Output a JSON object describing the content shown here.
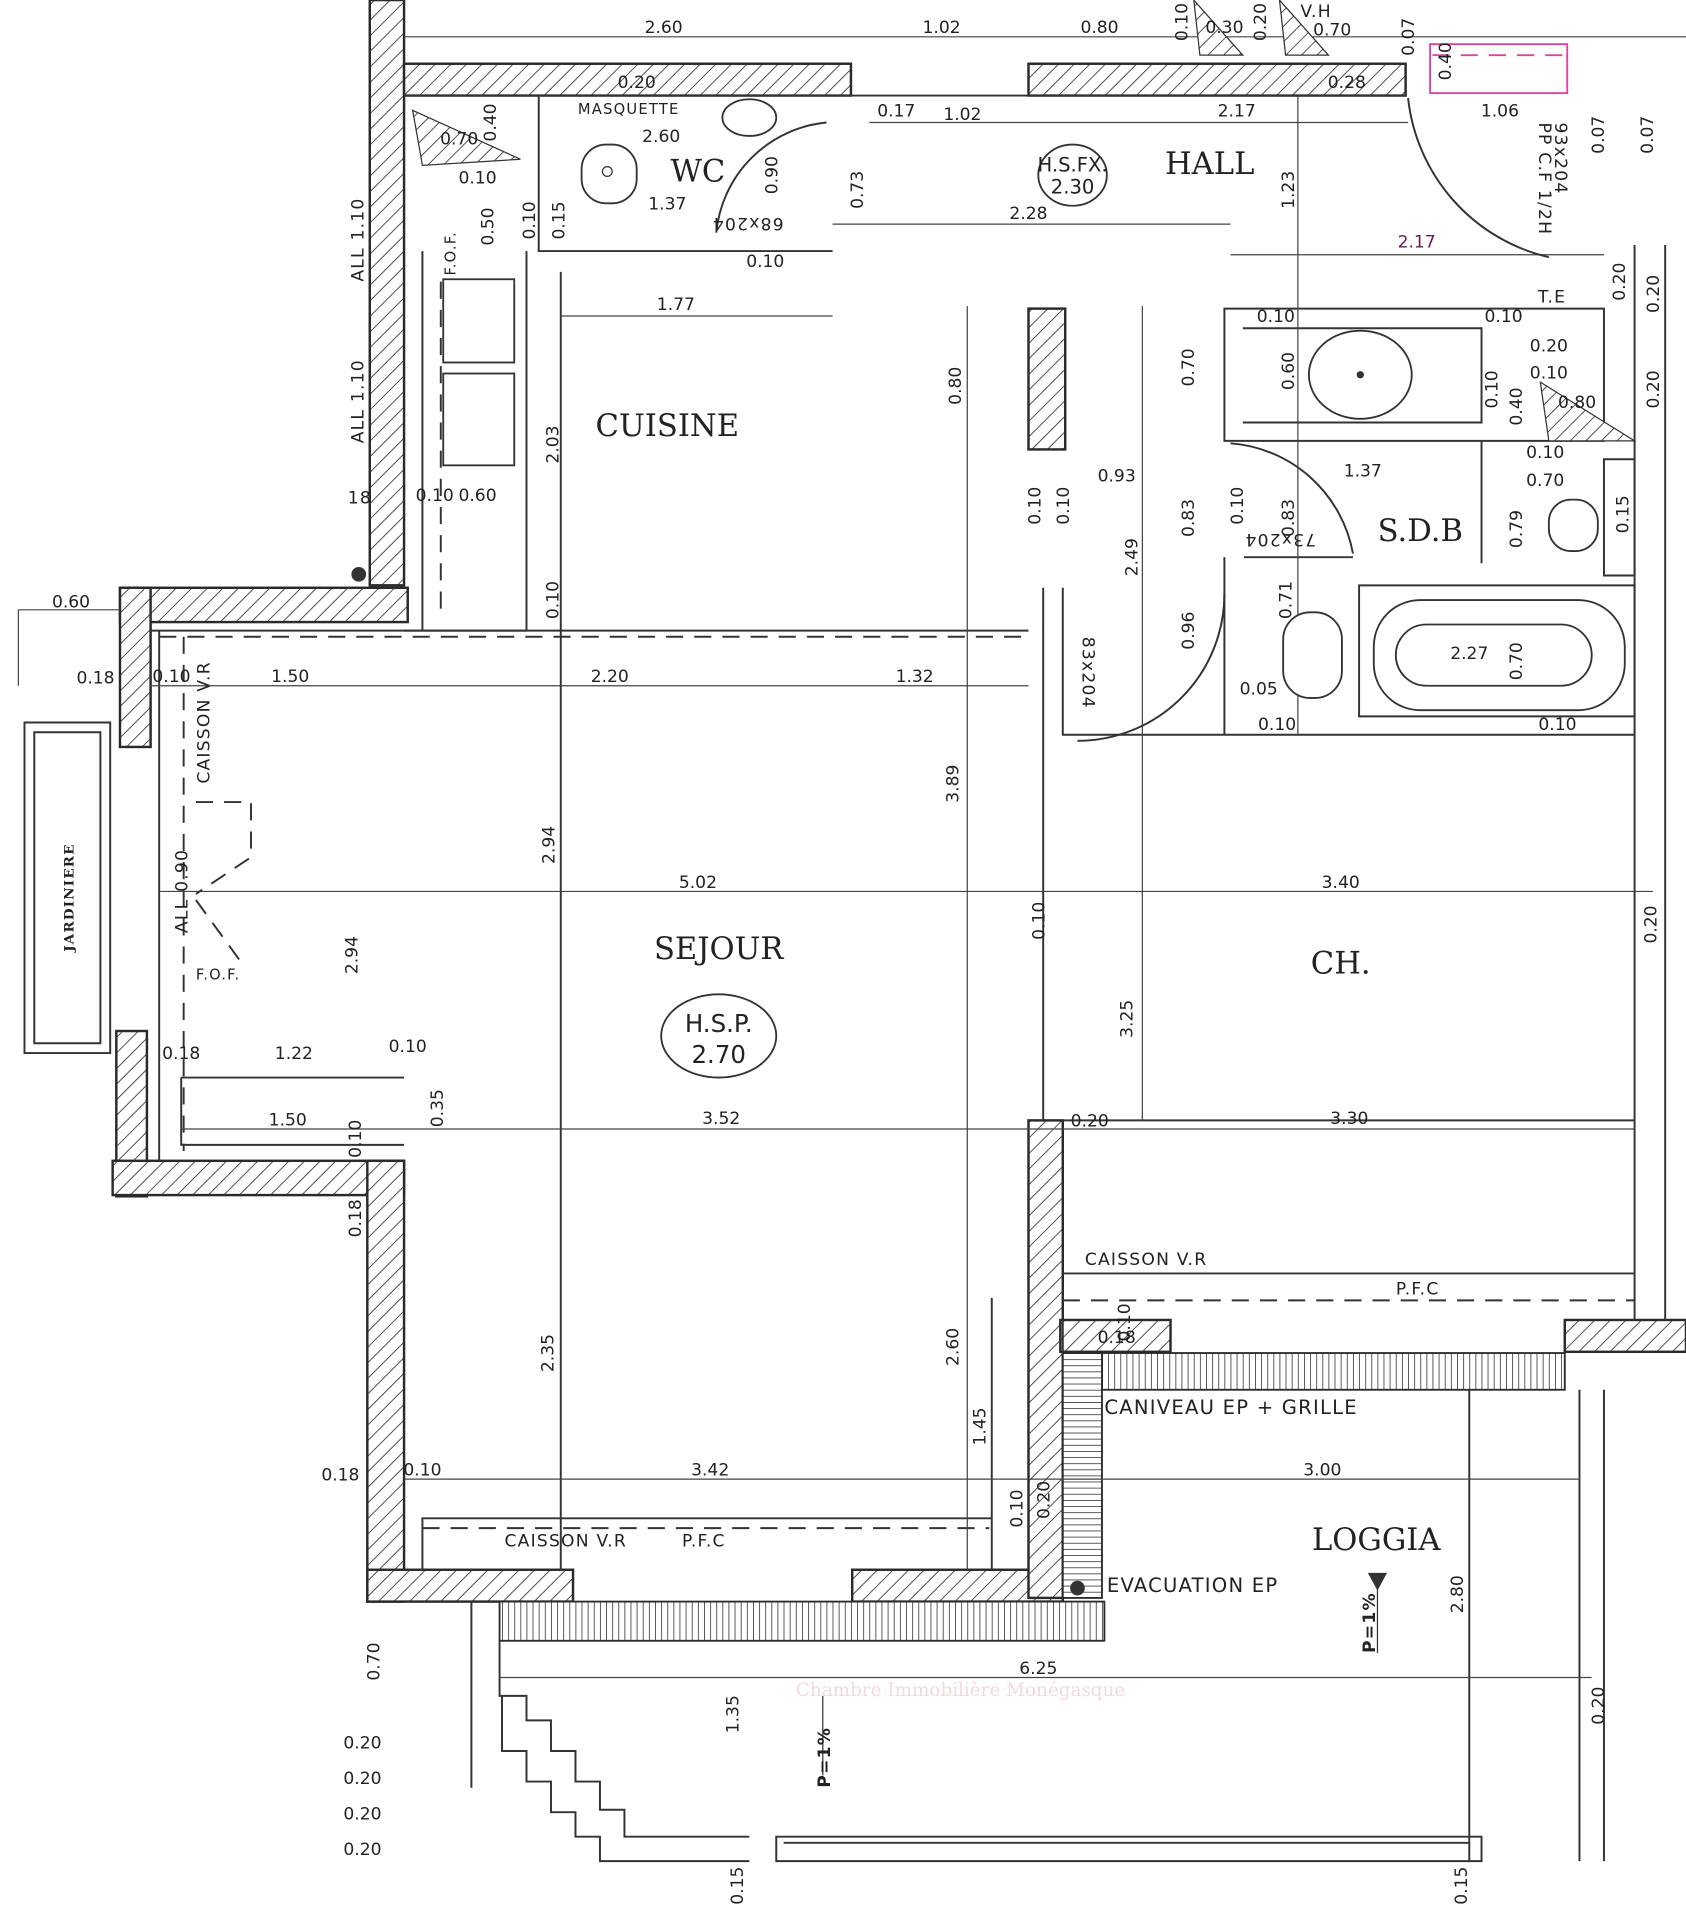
{
  "rooms": {
    "wc": "WC",
    "hall": "HALL",
    "cuisine": "CUISINE",
    "sdb": "S.D.B",
    "sejour": "SEJOUR",
    "chambre": "CH.",
    "loggia": "LOGGIA",
    "jardiniere": "JARDINIERE"
  },
  "ceiling_badges": {
    "hall_line1": "H.S.FX.",
    "hall_line2": "2.30",
    "sejour_line1": "H.S.P.",
    "sejour_line2": "2.70"
  },
  "annotations": {
    "masquette": "MASQUETTE",
    "caisson_vr_left": "CAISSON V.R",
    "fof_left": "F.O.F.",
    "fof_kitchen": "F.O.F.",
    "all_110_a": "ALL 1.10",
    "all_110_b": "ALL 1.10",
    "all_090": "ALL 0.90",
    "caisson_vr_ch": "CAISSON V.R",
    "pfc_ch": "P.F.C",
    "caniveau": "CANIVEAU EP + GRILLE",
    "caisson_vr_sejour": "CAISSON V.R",
    "pfc_sejour": "P.F.C",
    "evacuation": "EVACUATION EP",
    "slope_loggia": "P=1%",
    "slope_terrace": "P=1%",
    "te": "T.E",
    "door_wc": "68x204",
    "door_sdb": "73x204",
    "door_ch": "83x204",
    "door_entry": "93x204",
    "door_entry_note": "PP C.F 1/2H",
    "vh": "V.H",
    "level_18": "18"
  },
  "watermark": "Chambre Immobilière Monégasque",
  "dimensions": [
    "2.60",
    "1.02",
    "0.80",
    "0.30",
    "0.70",
    "0.20",
    "2.60",
    "0.70",
    "0.10",
    "1.37",
    "0.10",
    "0.17",
    "1.02",
    "2.17",
    "1.06",
    "0.28",
    "2.28",
    "2.17",
    "1.77",
    "0.10",
    "0.10",
    "0.20",
    "0.80",
    "0.10",
    "0.70",
    "0.93",
    "1.37",
    "0.10",
    "0.60",
    "0.60",
    "0.18",
    "0.10",
    "1.50",
    "2.20",
    "1.32",
    "2.27",
    "0.05",
    "5.02",
    "3.40",
    "0.18",
    "1.22",
    "0.10",
    "1.50",
    "3.52",
    "0.20",
    "3.30",
    "0.18",
    "0.18",
    "0.10",
    "3.42",
    "3.00",
    "6.25",
    "0.20",
    "0.20",
    "0.20",
    "0.20",
    "0.40",
    "0.50",
    "0.10",
    "0.15",
    "0.90",
    "0.73",
    "1.23",
    "2.03",
    "0.10",
    "0.80",
    "0.70",
    "0.60",
    "0.10",
    "0.40",
    "0.20",
    "0.20",
    "0.20",
    "0.07",
    "0.40",
    "0.07",
    "0.07",
    "0.10",
    "0.10",
    "2.49",
    "0.83",
    "0.10",
    "0.83",
    "0.79",
    "0.15",
    "0.71",
    "0.96",
    "0.70",
    "3.89",
    "2.94",
    "2.94",
    "0.10",
    "0.20",
    "3.25",
    "0.35",
    "0.10",
    "0.18",
    "0.10",
    "2.35",
    "2.60",
    "1.45",
    "0.10",
    "0.20",
    "2.80",
    "0.20",
    "0.70",
    "1.35",
    "0.15",
    "0.15",
    "0.20",
    "0.10",
    "0.10",
    "0.10",
    "0.10",
    "0.10"
  ],
  "colors": {
    "line": "#333333",
    "highlight_dimension": "#6a1b4d",
    "entry_marker": "#e040a0"
  }
}
